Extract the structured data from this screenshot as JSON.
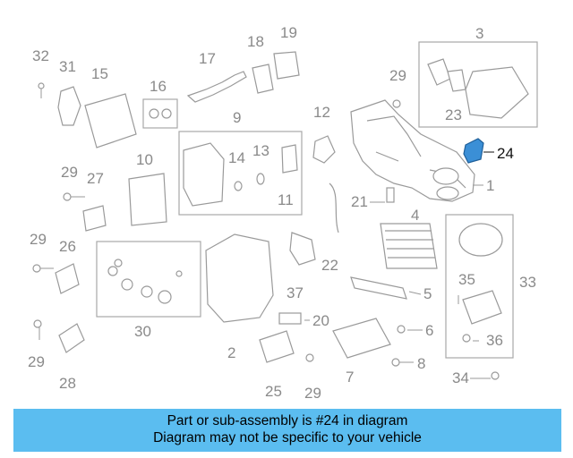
{
  "callouts": {
    "c1": "1",
    "c2": "2",
    "c3": "3",
    "c4": "4",
    "c5": "5",
    "c6": "6",
    "c7": "7",
    "c8": "8",
    "c9": "9",
    "c10": "10",
    "c11": "11",
    "c12": "12",
    "c13": "13",
    "c14": "14",
    "c15": "15",
    "c16": "16",
    "c17": "17",
    "c18": "18",
    "c19": "19",
    "c20": "20",
    "c21": "21",
    "c22": "22",
    "c23": "23",
    "c24": "24",
    "c25": "25",
    "c26": "26",
    "c27": "27",
    "c28": "28",
    "c29a": "29",
    "c29b": "29",
    "c29c": "29",
    "c29d": "29",
    "c29e": "29",
    "c30": "30",
    "c31": "31",
    "c32": "32",
    "c33": "33",
    "c34": "34",
    "c35": "35",
    "c36": "36",
    "c37": "37"
  },
  "highlight": {
    "part": "24",
    "color": "#3b8fd6"
  },
  "banner": {
    "line1": "Part or sub-assembly is #24 in diagram",
    "line2": "Diagram may not be specific to your vehicle",
    "background": "#5bbdf0"
  }
}
